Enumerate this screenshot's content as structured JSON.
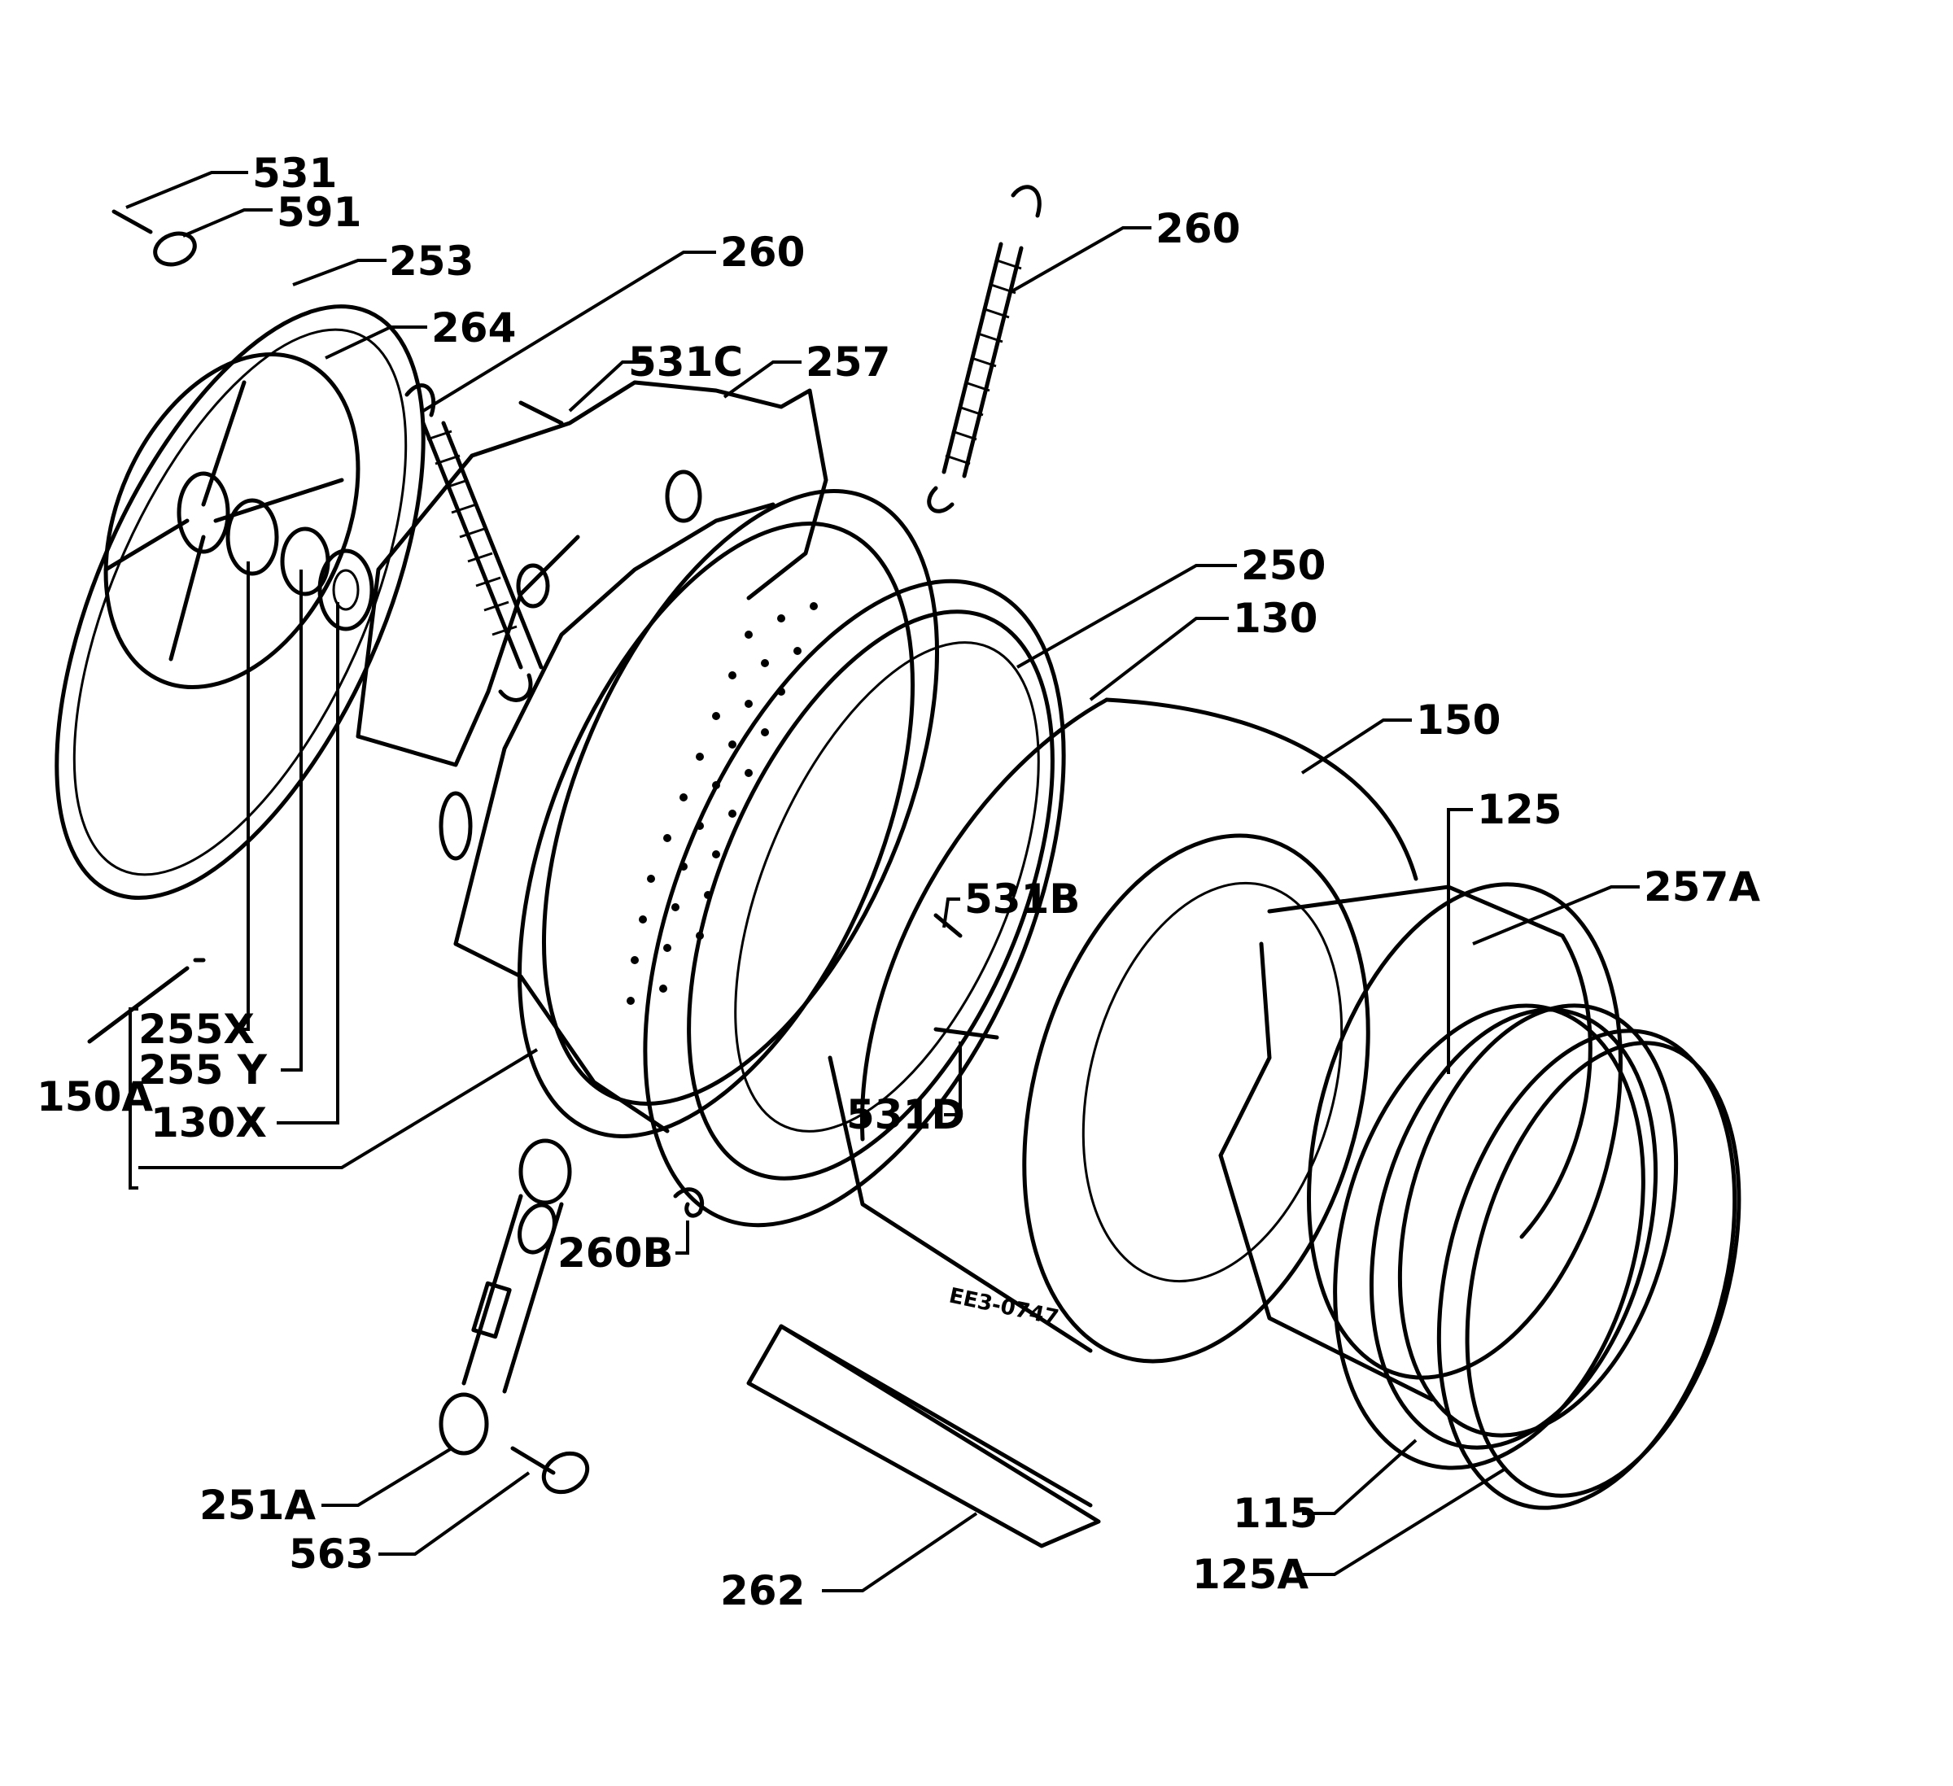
{
  "labels": {
    "l531": "531",
    "l591": "591",
    "l253": "253",
    "l264": "264",
    "l260a": "260",
    "l531c": "531C",
    "l257": "257",
    "l260b": "260",
    "l250": "250",
    "l130": "130",
    "l150": "150",
    "l125": "125",
    "l257a": "257A",
    "l531b": "531B",
    "l531d": "531D",
    "l255x": "255X",
    "l255y": "255  Y",
    "l150a": "150A",
    "l130x": "130X",
    "l260bb": "260B",
    "l251a": "251A",
    "l563": "563",
    "l262": "262",
    "l115": "115",
    "l125a": "125A",
    "stamp": "EE3-0747"
  }
}
